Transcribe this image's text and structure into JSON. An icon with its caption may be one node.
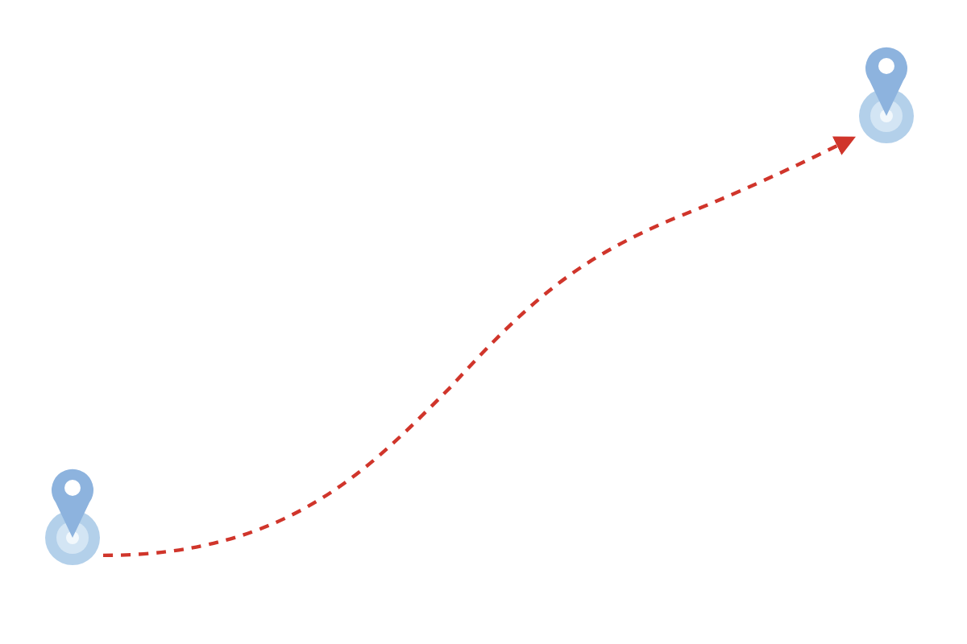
{
  "diagram": {
    "nodes": [
      {
        "text": [],
        "shape": "picture"
      },
      {
        "text": [],
        "shape": "picture"
      }
    ],
    "edges": [
      {
        "from": 0,
        "to": 1,
        "arrow": "to",
        "style": "dashed",
        "color": "#d0352b"
      }
    ]
  }
}
